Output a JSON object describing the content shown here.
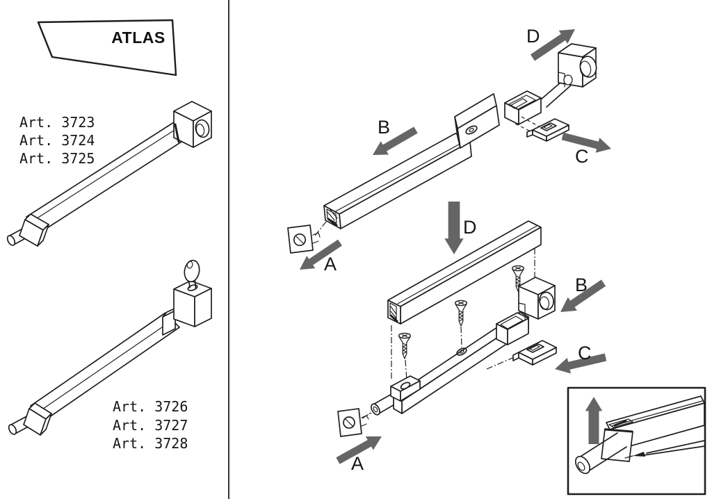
{
  "colors": {
    "paper": "#ffffff",
    "ink": "#1e1e1e",
    "arrow": "#656565"
  },
  "logo": {
    "text": "ATLAS"
  },
  "articles": {
    "top": [
      "Art. 3723",
      "Art. 3724",
      "Art. 3725"
    ],
    "bottom": [
      "Art. 3726",
      "Art. 3727",
      "Art. 3728"
    ]
  },
  "steps": {
    "a": "A",
    "b": "B",
    "c": "C",
    "d": "D"
  }
}
